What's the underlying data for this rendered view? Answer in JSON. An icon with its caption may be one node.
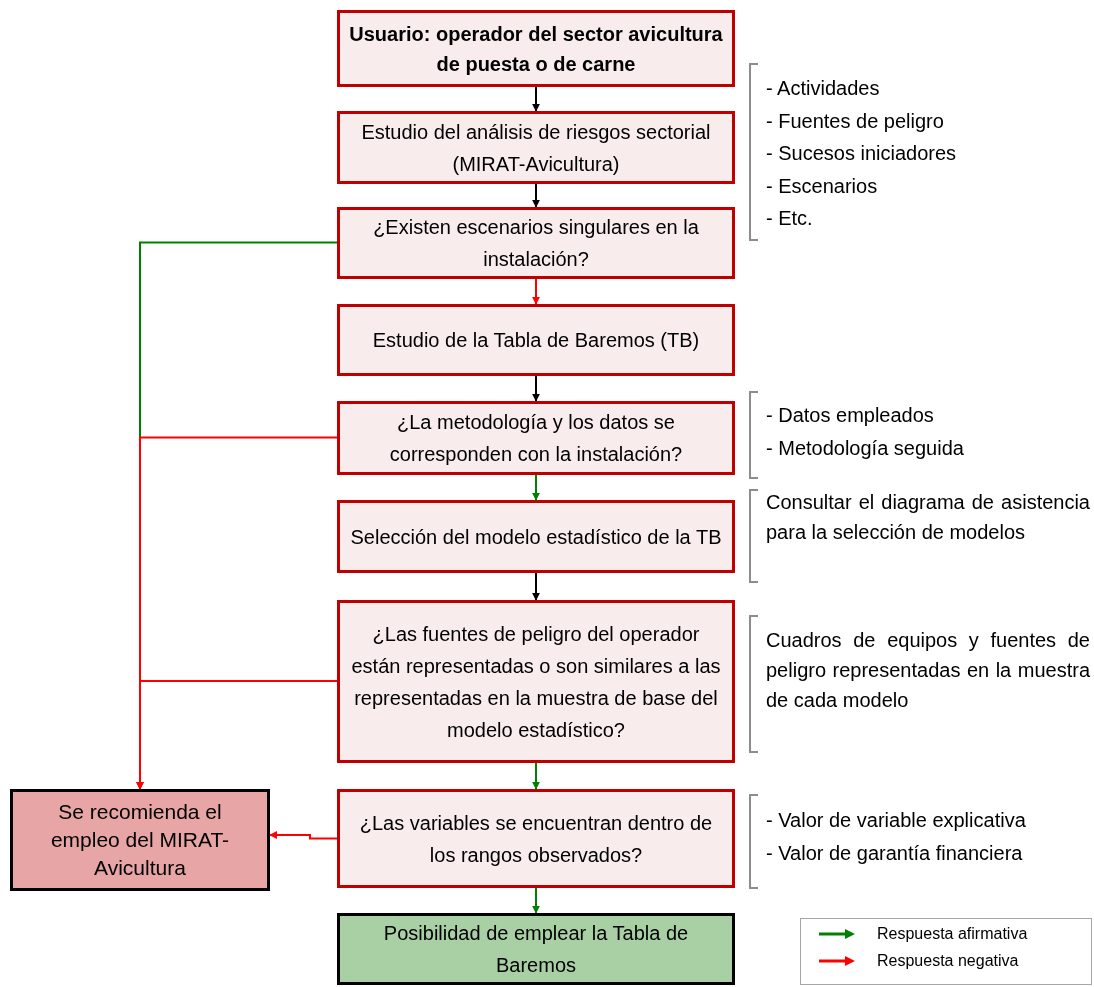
{
  "diagram": {
    "nodes": [
      {
        "text": [
          "Usuario: operador del sector avicultura de puesta o de carne"
        ]
      },
      {
        "text": [
          "Estudio del análisis de riesgos sectorial (MIRAT-Avicultura)"
        ]
      },
      {
        "text": [
          "¿Existen escenarios singulares en la instalación?"
        ]
      },
      {
        "text": [
          "Estudio de la Tabla de Baremos (TB)"
        ]
      },
      {
        "text": [
          "¿La metodología y los datos se corresponden con la instalación?"
        ]
      },
      {
        "text": [
          "Selección del modelo estadístico de la TB"
        ]
      },
      {
        "text": [
          "¿Las fuentes de peligro del operador están representadas o son similares a las representadas en la muestra de base del modelo estadístico?"
        ]
      },
      {
        "text": [
          "¿Las variables se encuentran dentro de los rangos observados?"
        ]
      },
      {
        "text": [
          "Posibilidad de emplear la Tabla de Baremos"
        ]
      },
      {
        "text": [
          "Se recomienda el empleo del MIRAT-Avicultura"
        ]
      }
    ],
    "edges": [
      {
        "from": 0,
        "to": 1,
        "arrow": "to"
      },
      {
        "from": 1,
        "to": 2,
        "arrow": "to"
      },
      {
        "from": 2,
        "to": 3,
        "arrow": "to",
        "color": "#ff0000"
      },
      {
        "from": 3,
        "to": 4,
        "arrow": "to"
      },
      {
        "from": 4,
        "to": 5,
        "arrow": "to",
        "color": "#008000"
      },
      {
        "from": 5,
        "to": 6,
        "arrow": "to"
      },
      {
        "from": 6,
        "to": 7,
        "arrow": "to",
        "color": "#008000"
      },
      {
        "from": 7,
        "to": 8,
        "arrow": "to",
        "color": "#008000"
      },
      {
        "from": 2,
        "to": 9,
        "arrow": "to",
        "color": "#008000"
      },
      {
        "from": 4,
        "to": 9,
        "arrow": "to",
        "color": "#ff0000"
      },
      {
        "from": 6,
        "to": 9,
        "arrow": "to",
        "color": "#ff0000"
      },
      {
        "from": 7,
        "to": 9,
        "arrow": "to",
        "color": "#ff0000"
      }
    ],
    "labels": [
      "- Actividades",
      "- Fuentes de peligro",
      "- Sucesos iniciadores",
      "- Escenarios",
      "- Etc.",
      "- Datos empleados",
      "- Metodología seguida",
      "Consultar el diagrama de asistencia  para la selección de modelos",
      "Cuadros de equipos y fuentes de peligro representadas en la muestra de cada modelo",
      "- Valor de variable explicativa",
      "- Valor de garantía financiera"
    ],
    "legend": [
      {
        "text": "Respuesta afirmativa",
        "color": "#008000"
      },
      {
        "text": "Respuesta negativa",
        "color": "#ff0000"
      }
    ]
  }
}
